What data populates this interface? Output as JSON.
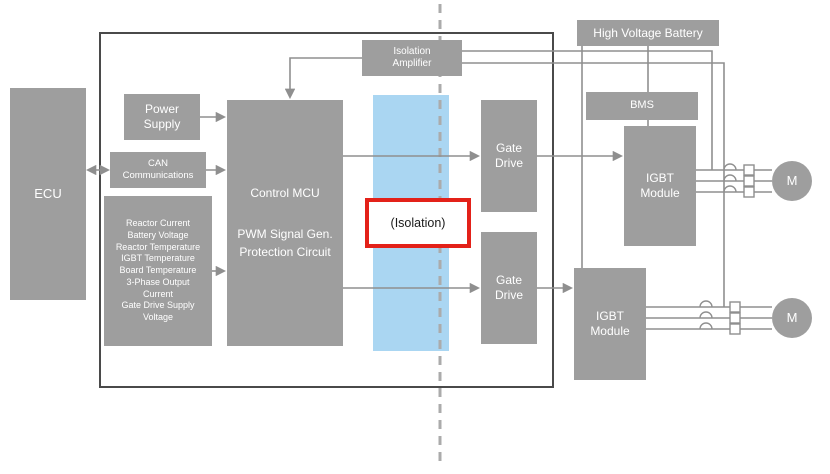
{
  "diagram": {
    "ecu_label": "ECU",
    "hv_battery_label": "High Voltage Battery",
    "isolation_amplifier": {
      "line1": "Isolation",
      "line2": "Amplifier"
    },
    "power_supply": {
      "line1": "Power",
      "line2": "Supply"
    },
    "can_comm": {
      "line1": "CAN",
      "line2": "Communications"
    },
    "sensor_inputs": [
      "Reactor Current",
      "Battery Voltage",
      "Reactor Temperature",
      "IGBT Temperature",
      "Board Temperature",
      "3-Phase Output Current",
      "Gate Drive Supply Voltage"
    ],
    "control_mcu": {
      "title": "Control MCU",
      "line2": "PWM Signal Gen.",
      "line3": "Protection Circuit"
    },
    "isolation_label": "(Isolation)",
    "gate_drive": {
      "line1": "Gate",
      "line2": "Drive"
    },
    "bms_label": "BMS",
    "igbt_module": {
      "line1": "IGBT",
      "line2": "Module"
    },
    "motor_label": "M",
    "colors": {
      "block_gray": "#9e9e9e",
      "isolation_band_blue": "#aad6f2",
      "highlight_red": "#e32119",
      "wire_gray": "#8f8f8f",
      "board_border": "#4a4a4a"
    }
  }
}
